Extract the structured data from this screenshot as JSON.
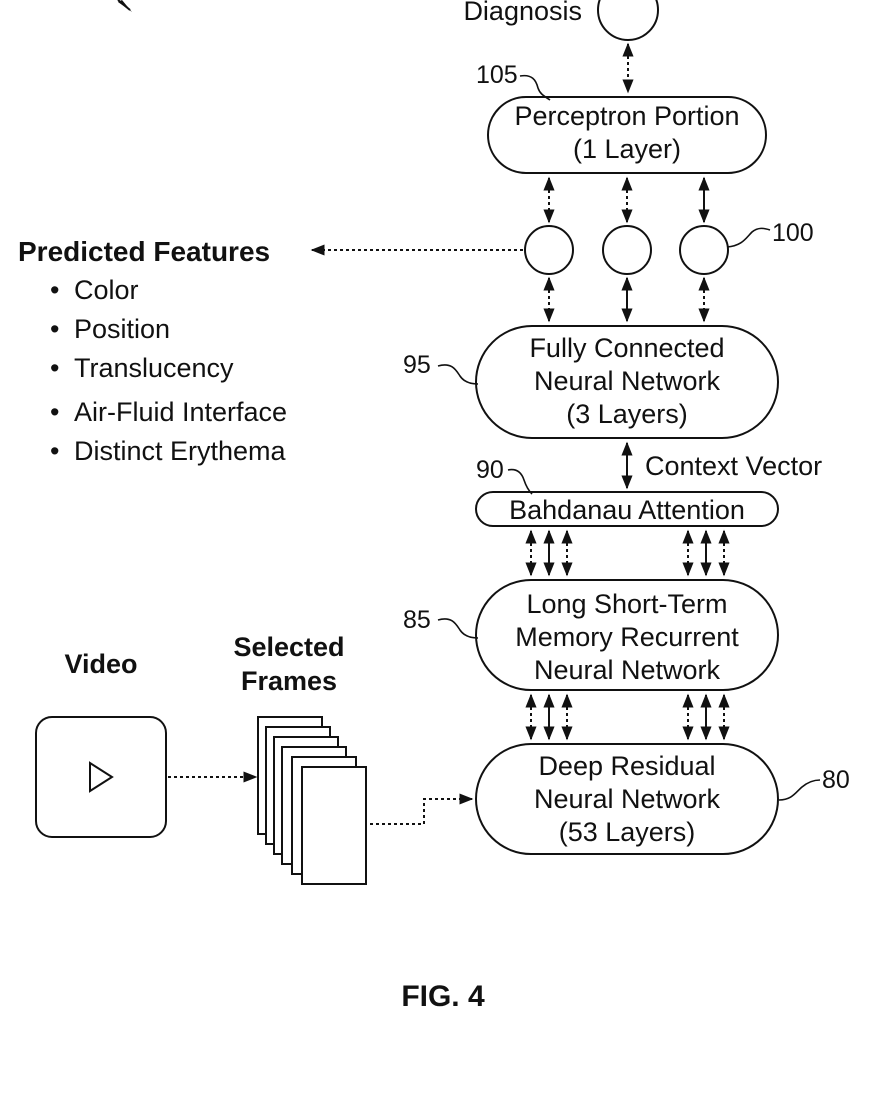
{
  "diagram": {
    "output": {
      "label": "Diagnosis"
    },
    "perceptron": {
      "ref": "105",
      "line1": "Perceptron Portion",
      "line2": "(1 Layer)"
    },
    "feature_nodes": {
      "ref": "100"
    },
    "predicted_features": {
      "title": "Predicted Features",
      "items": [
        "Color",
        "Position",
        "Translucency",
        "Air-Fluid Interface",
        "Distinct Erythema"
      ]
    },
    "fcnn": {
      "ref": "95",
      "line1": "Fully Connected",
      "line2": "Neural Network",
      "line3": "(3 Layers)"
    },
    "context_vector": {
      "label": "Context Vector"
    },
    "attention": {
      "ref": "90",
      "label": "Bahdanau Attention"
    },
    "lstm": {
      "ref": "85",
      "line1": "Long Short-Term",
      "line2": "Memory Recurrent",
      "line3": "Neural Network"
    },
    "resnet": {
      "ref": "80",
      "line1": "Deep Residual",
      "line2": "Neural Network",
      "line3": "(53 Layers)"
    },
    "video": {
      "label": "Video"
    },
    "frames": {
      "line1": "Selected",
      "line2": "Frames"
    },
    "figure_label": "FIG. 4"
  }
}
